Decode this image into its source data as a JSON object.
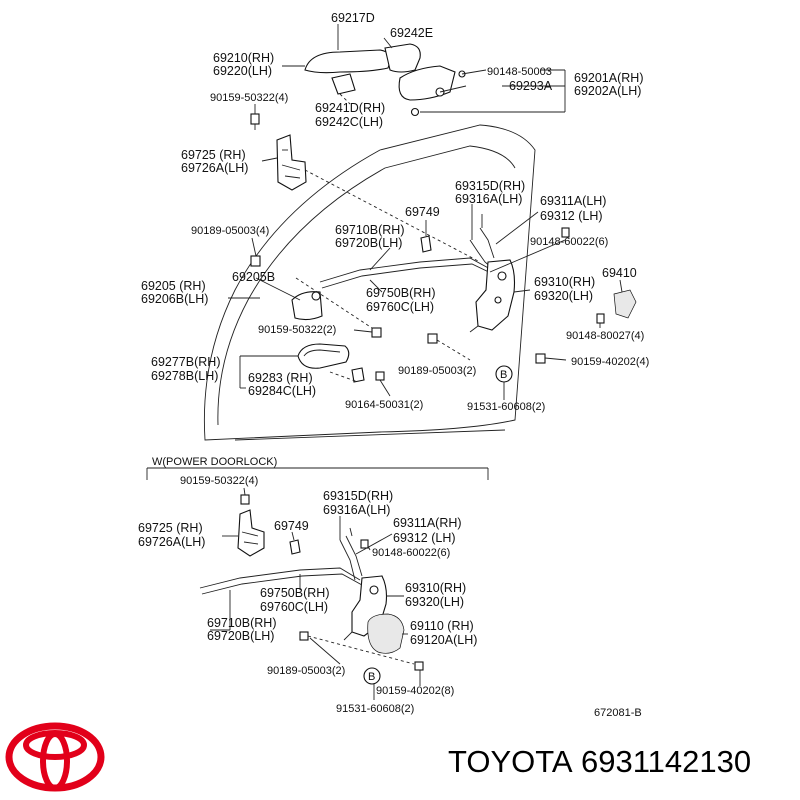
{
  "labels": {
    "p69217D": "69217D",
    "p69242E": "69242E",
    "p69210": "69210(RH)",
    "p69220": "69220(LH)",
    "p90148_50003": "90148-50003",
    "p69201A": "69201A(RH)",
    "p69293A": "69293A",
    "p69202A": "69202A(LH)",
    "p90159_50322_top": "90159-50322(4)",
    "p69241D": "69241D(RH)",
    "p69242C": "69242C(LH)",
    "p69725": "69725 (RH)",
    "p69726A": "69726A(LH)",
    "p69315D": "69315D(RH)",
    "p69316A": "69316A(LH)",
    "p69311A_lh": "69311A(LH)",
    "p69312": "69312 (LH)",
    "p69749": "69749",
    "p90189_05003_4": "90189-05003(4)",
    "p69710B": "69710B(RH)",
    "p69720B": "69720B(LH)",
    "p90148_60022": "90148-60022(6)",
    "p69205": "69205 (RH)",
    "p69206B": "69206B(LH)",
    "p69205B": "69205B",
    "p69310": "69310(RH)",
    "p69320": "69320(LH)",
    "p69410": "69410",
    "p69750B": "69750B(RH)",
    "p69760C": "69760C(LH)",
    "p90159_50322_2": "90159-50322(2)",
    "p90148_80027": "90148-80027(4)",
    "p69277B": "69277B(RH)",
    "p69278B": "69278B(LH)",
    "p90189_05003_2": "90189-05003(2)",
    "p90159_40202_4": "90159-40202(4)",
    "p69283": "69283 (RH)",
    "p69284C": "69284C(LH)",
    "p90164_50031": "90164-50031(2)",
    "p91531_60608": "91531-60608(2)",
    "b_label": "B"
  },
  "power": {
    "title": "W(POWER DOORLOCK)",
    "p90159_50322": "90159-50322(4)",
    "p69315D": "69315D(RH)",
    "p69316A": "69316A(LH)",
    "p69725": "69725 (RH)",
    "p69726A": "69726A(LH)",
    "p69749": "69749",
    "p69311A": "69311A(RH)",
    "p69312": "69312 (LH)",
    "p90148_60022": "90148-60022(6)",
    "p69310": "69310(RH)",
    "p69320": "69320(LH)",
    "p69750B": "69750B(RH)",
    "p69760C": "69760C(LH)",
    "p69710B": "69710B(RH)",
    "p69720B": "69720B(LH)",
    "p69110": "69110 (RH)",
    "p69120A": "69120A(LH)",
    "p90189_05003": "90189-05003(2)",
    "p90159_40202": "90159-40202(8)",
    "p91531_60608": "91531-60608(2)",
    "b_label": "B"
  },
  "diagram_code": "672081-B",
  "brand": {
    "name": "TOYOTA",
    "part_number": "6931142130",
    "logo_color": "#e2001a"
  }
}
